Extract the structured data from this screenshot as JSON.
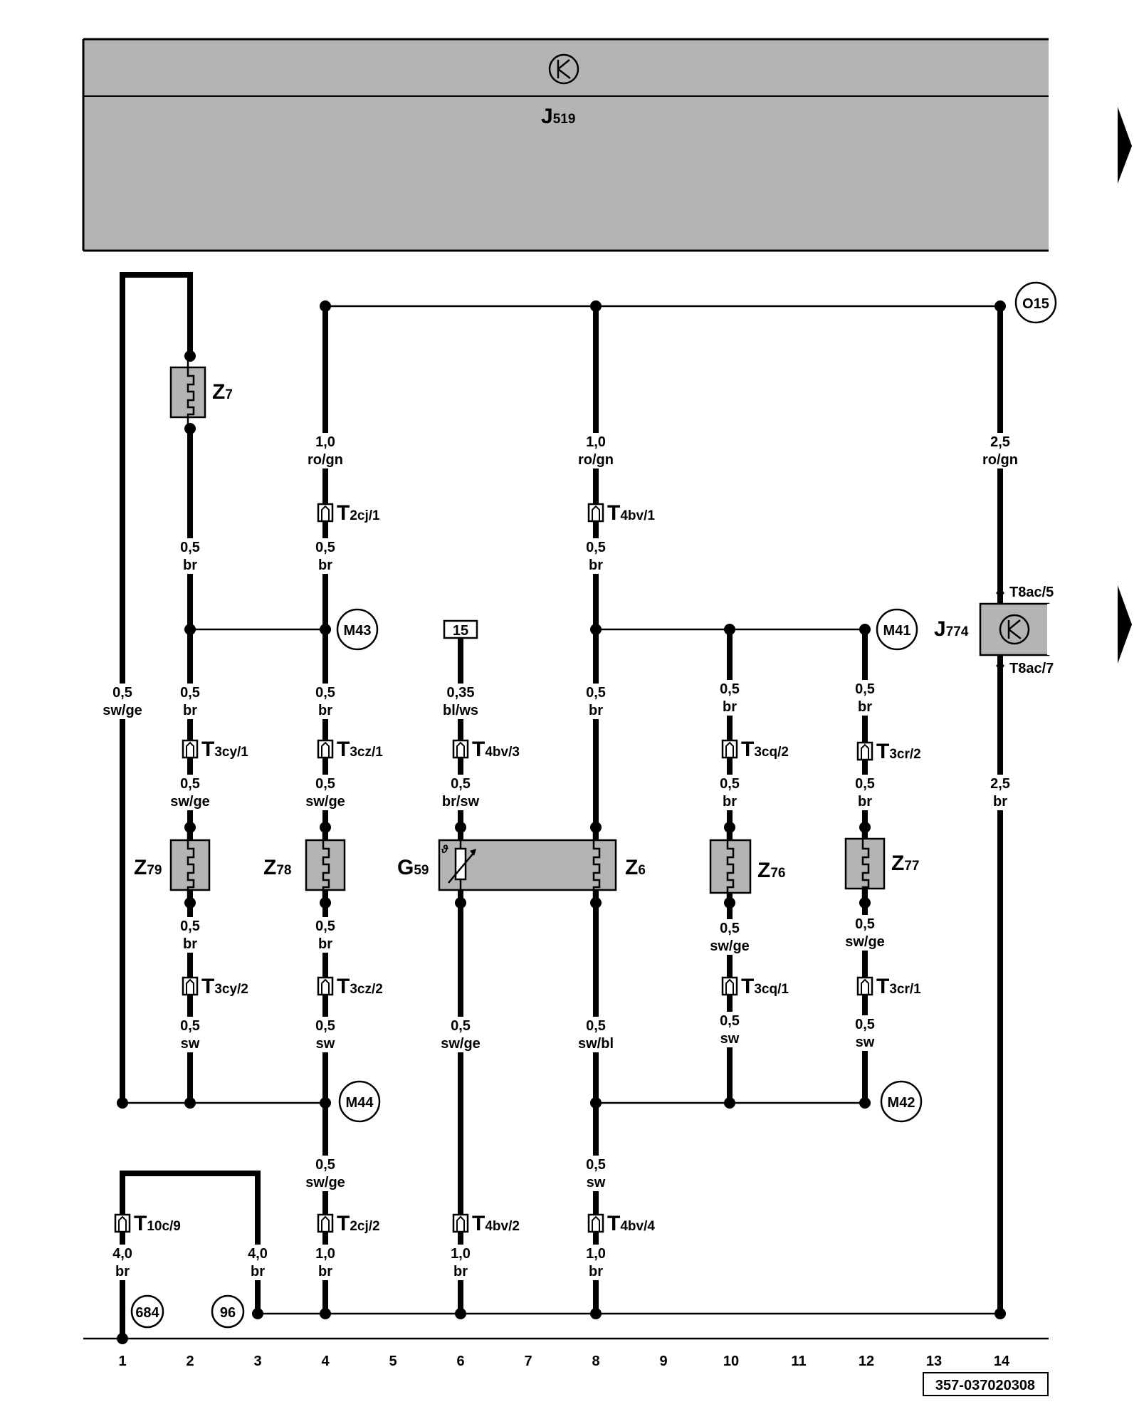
{
  "diagram_id": "357-037020308",
  "header_unit": {
    "name": "J",
    "sub": "519"
  },
  "right_unit": {
    "name": "J",
    "sub": "774",
    "pin_top": "T8ac/5",
    "pin_bottom": "T8ac/7"
  },
  "terminal_15": "15",
  "grounds": {
    "O15": "O15",
    "M43": "M43",
    "M44": "M44",
    "M41": "M41",
    "M42": "M42",
    "g684": "684",
    "g96": "96"
  },
  "components": {
    "Z7": {
      "name": "Z",
      "sub": "7"
    },
    "Z79": {
      "name": "Z",
      "sub": "79"
    },
    "Z78": {
      "name": "Z",
      "sub": "78"
    },
    "G59": {
      "name": "G",
      "sub": "59"
    },
    "Z6": {
      "name": "Z",
      "sub": "6"
    },
    "Z76": {
      "name": "Z",
      "sub": "76"
    },
    "Z77": {
      "name": "Z",
      "sub": "77"
    }
  },
  "connectors": {
    "T2cj_1": {
      "name": "T",
      "sub": "2cj/1"
    },
    "T4bv_1": {
      "name": "T",
      "sub": "4bv/1"
    },
    "T3cy_1": {
      "name": "T",
      "sub": "3cy/1"
    },
    "T3cz_1": {
      "name": "T",
      "sub": "3cz/1"
    },
    "T4bv_3": {
      "name": "T",
      "sub": "4bv/3"
    },
    "T3cq_2": {
      "name": "T",
      "sub": "3cq/2"
    },
    "T3cr_2": {
      "name": "T",
      "sub": "3cr/2"
    },
    "T3cy_2": {
      "name": "T",
      "sub": "3cy/2"
    },
    "T3cz_2": {
      "name": "T",
      "sub": "3cz/2"
    },
    "T3cq_1": {
      "name": "T",
      "sub": "3cq/1"
    },
    "T3cr_1": {
      "name": "T",
      "sub": "3cr/1"
    },
    "T10c_9": {
      "name": "T",
      "sub": "10c/9"
    },
    "T2cj_2": {
      "name": "T",
      "sub": "2cj/2"
    },
    "T4bv_2": {
      "name": "T",
      "sub": "4bv/2"
    },
    "T4bv_4": {
      "name": "T",
      "sub": "4bv/4"
    }
  },
  "wires": {
    "w1": {
      "size": "0,5",
      "color": "sw/ge"
    },
    "w2": {
      "size": "0,5",
      "color": "br"
    },
    "w3": {
      "size": "0,5",
      "color": "br"
    },
    "w4": {
      "size": "0,5",
      "color": "sw/ge"
    },
    "w5": {
      "size": "0,5",
      "color": "br"
    },
    "w6": {
      "size": "0,5",
      "color": "sw"
    },
    "w7": {
      "size": "1,0",
      "color": "ro/gn"
    },
    "w8": {
      "size": "0,5",
      "color": "br"
    },
    "w9": {
      "size": "0,5",
      "color": "br"
    },
    "w10": {
      "size": "0,5",
      "color": "sw/ge"
    },
    "w11": {
      "size": "0,5",
      "color": "br"
    },
    "w12": {
      "size": "0,5",
      "color": "sw"
    },
    "w13": {
      "size": "0,5",
      "color": "sw/ge"
    },
    "w14": {
      "size": "1,0",
      "color": "br"
    },
    "w15": {
      "size": "0,35",
      "color": "bl/ws"
    },
    "w16": {
      "size": "0,5",
      "color": "br/sw"
    },
    "w17": {
      "size": "0,5",
      "color": "sw/ge"
    },
    "w18": {
      "size": "1,0",
      "color": "br"
    },
    "w19": {
      "size": "1,0",
      "color": "ro/gn"
    },
    "w20": {
      "size": "0,5",
      "color": "br"
    },
    "w21": {
      "size": "0,5",
      "color": "br"
    },
    "w22": {
      "size": "0,5",
      "color": "sw/bl"
    },
    "w23": {
      "size": "0,5",
      "color": "sw"
    },
    "w24": {
      "size": "1,0",
      "color": "br"
    },
    "w25": {
      "size": "0,5",
      "color": "br"
    },
    "w26": {
      "size": "0,5",
      "color": "br"
    },
    "w27": {
      "size": "0,5",
      "color": "sw/ge"
    },
    "w28": {
      "size": "0,5",
      "color": "sw"
    },
    "w29": {
      "size": "0,5",
      "color": "br"
    },
    "w30": {
      "size": "0,5",
      "color": "br"
    },
    "w31": {
      "size": "0,5",
      "color": "sw/ge"
    },
    "w32": {
      "size": "0,5",
      "color": "sw"
    },
    "w33": {
      "size": "2,5",
      "color": "ro/gn"
    },
    "w34": {
      "size": "2,5",
      "color": "br"
    },
    "w35": {
      "size": "4,0",
      "color": "br"
    },
    "w36": {
      "size": "4,0",
      "color": "br"
    }
  },
  "track_numbers": [
    "1",
    "2",
    "3",
    "4",
    "5",
    "6",
    "7",
    "8",
    "9",
    "10",
    "11",
    "12",
    "13",
    "14"
  ]
}
